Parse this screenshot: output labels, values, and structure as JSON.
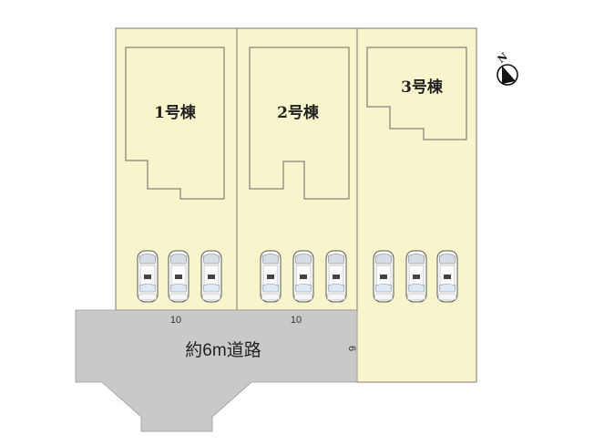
{
  "plan": {
    "lots": [
      {
        "label": "1号棟",
        "parking_spaces": 3,
        "frontage": "10"
      },
      {
        "label": "2号棟",
        "parking_spaces": 3,
        "frontage": "10"
      },
      {
        "label": "3号棟",
        "parking_spaces": 3,
        "frontage": ""
      }
    ],
    "road": {
      "label": "約6m道路",
      "side_dimension": "6"
    },
    "compass": {
      "label": "N"
    },
    "colors": {
      "lot_fill": "#f8f5cc",
      "lot_border": "#777777",
      "road_fill": "#c9c9c9",
      "car_body": "#ffffff",
      "car_window": "#dde9f4"
    }
  }
}
